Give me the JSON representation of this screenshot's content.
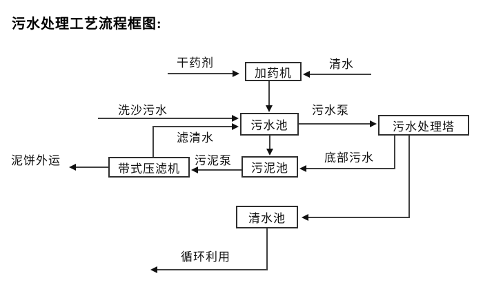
{
  "title": "污水处理工艺流程框图:",
  "diagram": {
    "type": "flowchart",
    "nodes": {
      "dosing_machine": "加药机",
      "sewage_pool": "污水池",
      "treatment_tower": "污水处理塔",
      "sludge_pool": "污泥池",
      "belt_filter_press": "带式压滤机",
      "clean_water_pool": "清水池"
    },
    "flow_labels": {
      "dry_agent": "干药剂",
      "clean_water": "清水",
      "sand_washing_sewage": "洗沙污水",
      "sewage_pump": "污水泵",
      "filtered_water": "滤清水",
      "sludge_pump": "污泥泵",
      "bottom_sewage": "底部污水",
      "mud_cake_out": "泥饼外运",
      "recycle": "循环利用"
    },
    "edges": [
      {
        "from": "干药剂(外部)",
        "to": "加药机",
        "label": "干药剂"
      },
      {
        "from": "清水(外部)",
        "to": "加药机",
        "label": "清水"
      },
      {
        "from": "加药机",
        "to": "污水池",
        "label": ""
      },
      {
        "from": "洗沙污水(外部)",
        "to": "污水池",
        "label": "洗沙污水"
      },
      {
        "from": "带式压滤机",
        "to": "污水池",
        "label": "滤清水"
      },
      {
        "from": "污水池",
        "to": "污水处理塔",
        "label": "污水泵"
      },
      {
        "from": "污水池",
        "to": "污泥池",
        "label": ""
      },
      {
        "from": "污水处理塔",
        "to": "污泥池",
        "label": "底部污水"
      },
      {
        "from": "污泥池",
        "to": "带式压滤机",
        "label": "污泥泵"
      },
      {
        "from": "带式压滤机",
        "to": "泥饼外运(外部)",
        "label": "泥饼外运"
      },
      {
        "from": "污水处理塔",
        "to": "清水池",
        "label": ""
      },
      {
        "from": "清水池",
        "to": "循环利用(外部)",
        "label": "循环利用"
      }
    ]
  },
  "colors": {
    "background": "#ffffff",
    "line": "#3f3f3f",
    "arrow": "#111111",
    "box_border": "#2e2e2e",
    "text": "#111111"
  }
}
